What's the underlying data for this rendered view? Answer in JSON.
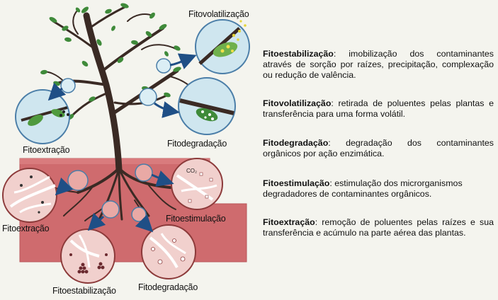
{
  "diagram": {
    "labels": {
      "fitovolatilizacao": "Fitovolatilização",
      "fitoextracao_top": "Fitoextração",
      "fitodegradacao_top": "Fitodegradação",
      "fitoextracao_soil": "Fitoextração",
      "fitoestimulacao": "Fitoestimulação",
      "fitoestabilizacao": "Fitoestabilização",
      "fitodegradacao_soil": "Fitodegradação",
      "co2": "CO₂"
    },
    "colors": {
      "soil": "#cf6b6e",
      "bubble": "#cfe6ef",
      "soil_bubble": "#f1d0cd",
      "trunk": "#3a2a24",
      "leaf": "#3f8a3a",
      "arrow": "#1f4f86"
    }
  },
  "definitions": [
    {
      "term": "Fitoestabilização",
      "text": ": imobilização dos contaminantes através de sorção por raízes, precipitação, complexação ou redução de valência."
    },
    {
      "term": "Fitovolatilização",
      "text": ": retirada de poluentes pelas plantas e transferência para uma forma volátil."
    },
    {
      "term": "Fitodegradação",
      "text": ": degradação dos contaminantes orgânicos por ação enzimática."
    },
    {
      "term": "Fitoestimulação",
      "text": ": estimulação dos microrganismos degradadores de contaminantes orgânicos."
    },
    {
      "term": "Fitoextração",
      "text": ": remoção de poluentes pelas raízes e sua transferência e acúmulo na parte aérea das plantas."
    }
  ]
}
